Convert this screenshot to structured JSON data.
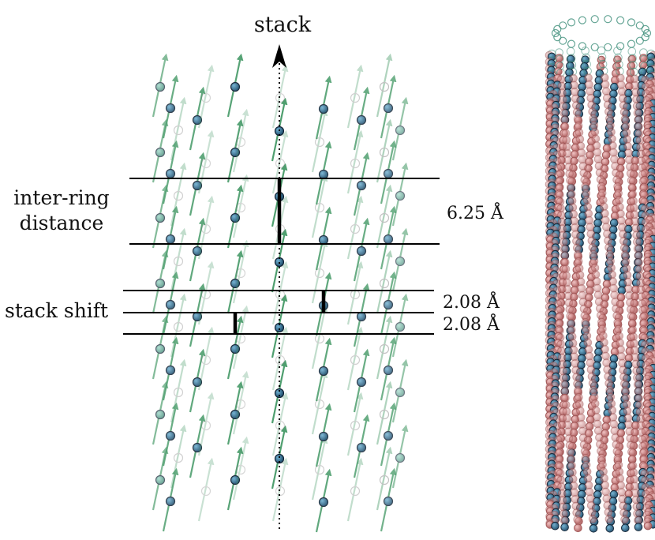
{
  "labels": {
    "stack": "stack",
    "inter_ring_line1": "inter-ring",
    "inter_ring_line2": "distance",
    "inter_ring_value": "6.25 Å",
    "stack_shift": "stack shift",
    "shift_value_1": "2.08 Å",
    "shift_value_2": "2.08 Å"
  },
  "colors": {
    "atom_blue": "#2f6f8f",
    "atom_teal": "#3f9f8a",
    "arrow_green": "#4f9f6f",
    "atom_red": "#c98080",
    "line": "#000000"
  }
}
